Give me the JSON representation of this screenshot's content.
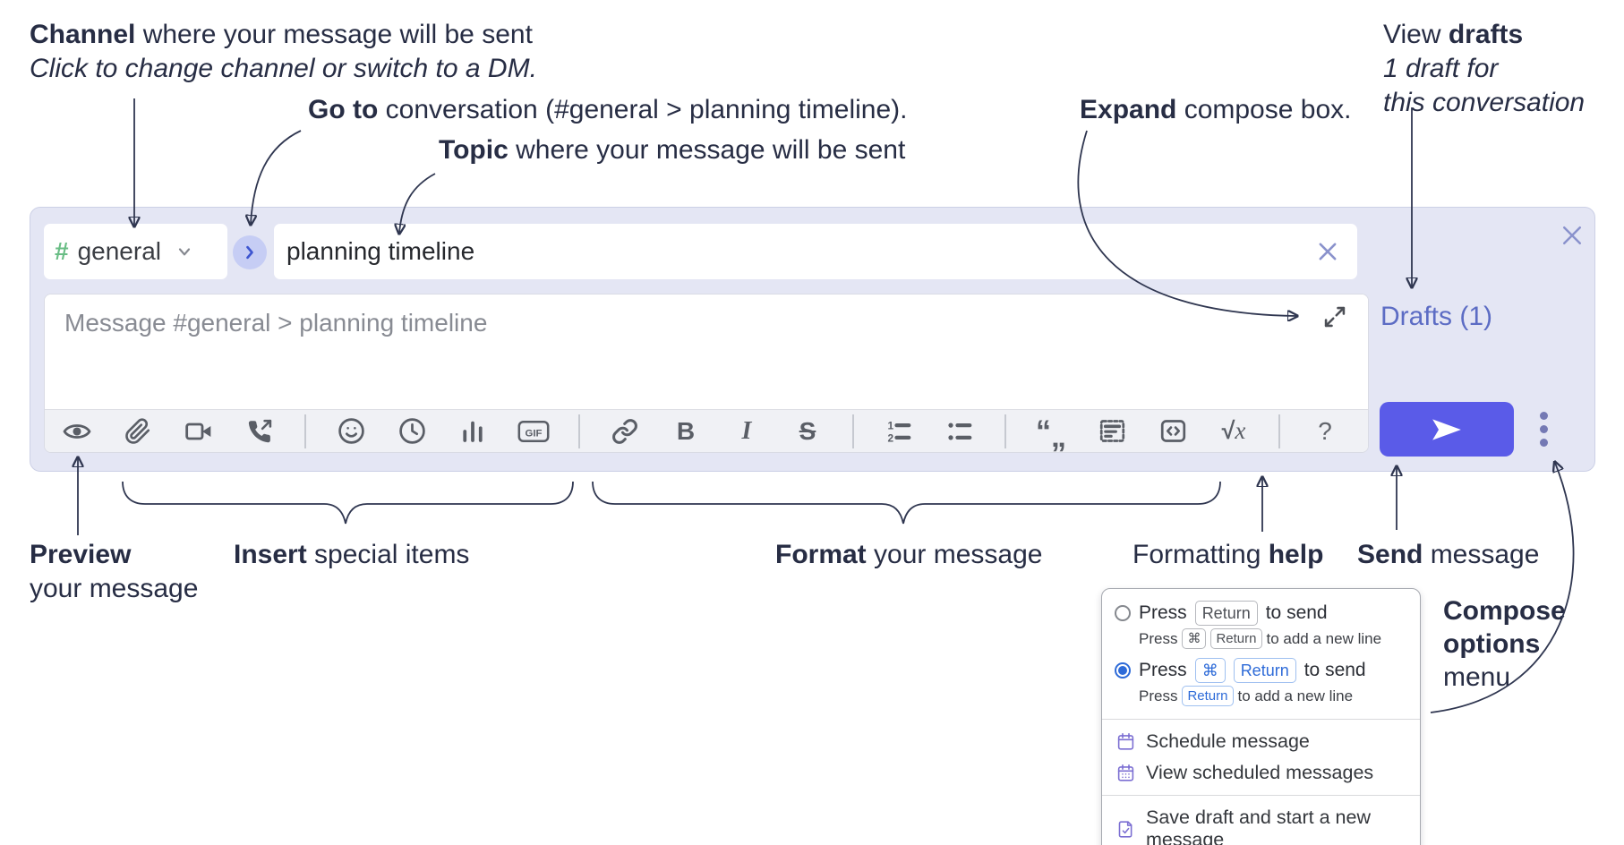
{
  "colors": {
    "accent_send": "#5a5be8",
    "compose_bg": "#e4e6f4",
    "drafts_link": "#5c6cc4",
    "channel_hash_green": "#69bd85",
    "radio_blue": "#2e6bd8",
    "menu_icon_purple": "#7b6ed2"
  },
  "annotations": {
    "channel": {
      "b": "Channel",
      "rest": " where your message will be sent",
      "sub": "Click to change channel or switch to a DM."
    },
    "goto": {
      "b": "Go to",
      "rest": " conversation (#general > planning timeline)."
    },
    "topic": {
      "b": "Topic",
      "rest": " where your message will be sent"
    },
    "expand": {
      "b": "Expand",
      "rest": " compose box."
    },
    "drafts": {
      "pre": "View ",
      "b": "drafts",
      "line2": "1 draft for",
      "line3": "this conversation"
    },
    "preview": {
      "b": "Preview",
      "line2": "your message"
    },
    "insert": {
      "b": "Insert",
      "rest": " special items"
    },
    "format": {
      "b": "Format",
      "rest": " your message"
    },
    "formatting_help": {
      "pre": "Formatting ",
      "b": "help"
    },
    "send": {
      "b": "Send",
      "rest": " message"
    },
    "compose_options": {
      "line1": "Compose",
      "line2": "options",
      "line3": "menu"
    }
  },
  "compose": {
    "channel": {
      "hash": "#",
      "name": "general"
    },
    "topic_value": "planning timeline",
    "message_placeholder": "Message #general > planning timeline",
    "drafts_link": "Drafts (1)",
    "toolbar": {
      "icons": [
        "preview-eye",
        "attach-paperclip",
        "video-call",
        "audio-call",
        "emoji",
        "time",
        "poll",
        "gif",
        "link",
        "bold",
        "italic",
        "strikethrough",
        "numbered-list",
        "bulleted-list",
        "quote",
        "spoiler",
        "code",
        "math",
        "help"
      ],
      "gif_label": "GIF",
      "bold_label": "B",
      "italic_label": "I",
      "strike_label": "S",
      "ol_digit1": "1",
      "ol_digit2": "2",
      "quote_open": "“",
      "quote_close": "„",
      "math_root": "√",
      "math_var": "x",
      "help_label": "?"
    }
  },
  "popup": {
    "opt1": {
      "pre": "Press",
      "key1": "Return",
      "post": "to send",
      "sub_pre": "Press",
      "sub_key1": "⌘",
      "sub_key2": "Return",
      "sub_post": "to add a new line"
    },
    "opt2": {
      "pre": "Press",
      "key1": "⌘",
      "key2": "Return",
      "post": "to send",
      "sub_pre": "Press",
      "sub_key1": "Return",
      "sub_post": "to add a new line"
    },
    "items": {
      "schedule": "Schedule message",
      "view_scheduled": "View scheduled messages",
      "save_draft": "Save draft and start a new message"
    }
  }
}
